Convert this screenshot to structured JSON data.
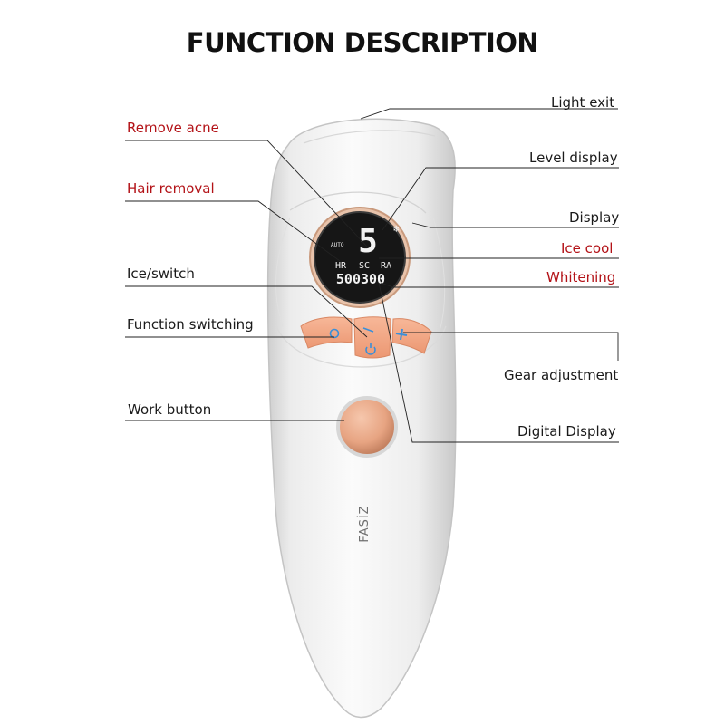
{
  "title": "FUNCTION DESCRIPTION",
  "brand": "FASİZ",
  "labels": {
    "light_exit": "Light exit",
    "remove_acne": "Remove acne",
    "level_display": "Level display",
    "hair_removal": "Hair removal",
    "display": "Display",
    "ice_cool": "Ice cool",
    "ice_switch": "Ice/switch",
    "whitening": "Whitening",
    "function_switching": "Function switching",
    "gear_adjustment": "Gear adjustment",
    "work_button": "Work button",
    "digital_display": "Digital Display"
  },
  "screen": {
    "level": "5",
    "auto": "AUTO",
    "modes": [
      "HR",
      "SC",
      "RA"
    ],
    "counter": "500300"
  },
  "colors": {
    "red_label": "#b31217",
    "accent_peach": "#f2a07f",
    "rose_gold": "#d9a586",
    "icon_blue": "#3a8fd9"
  }
}
